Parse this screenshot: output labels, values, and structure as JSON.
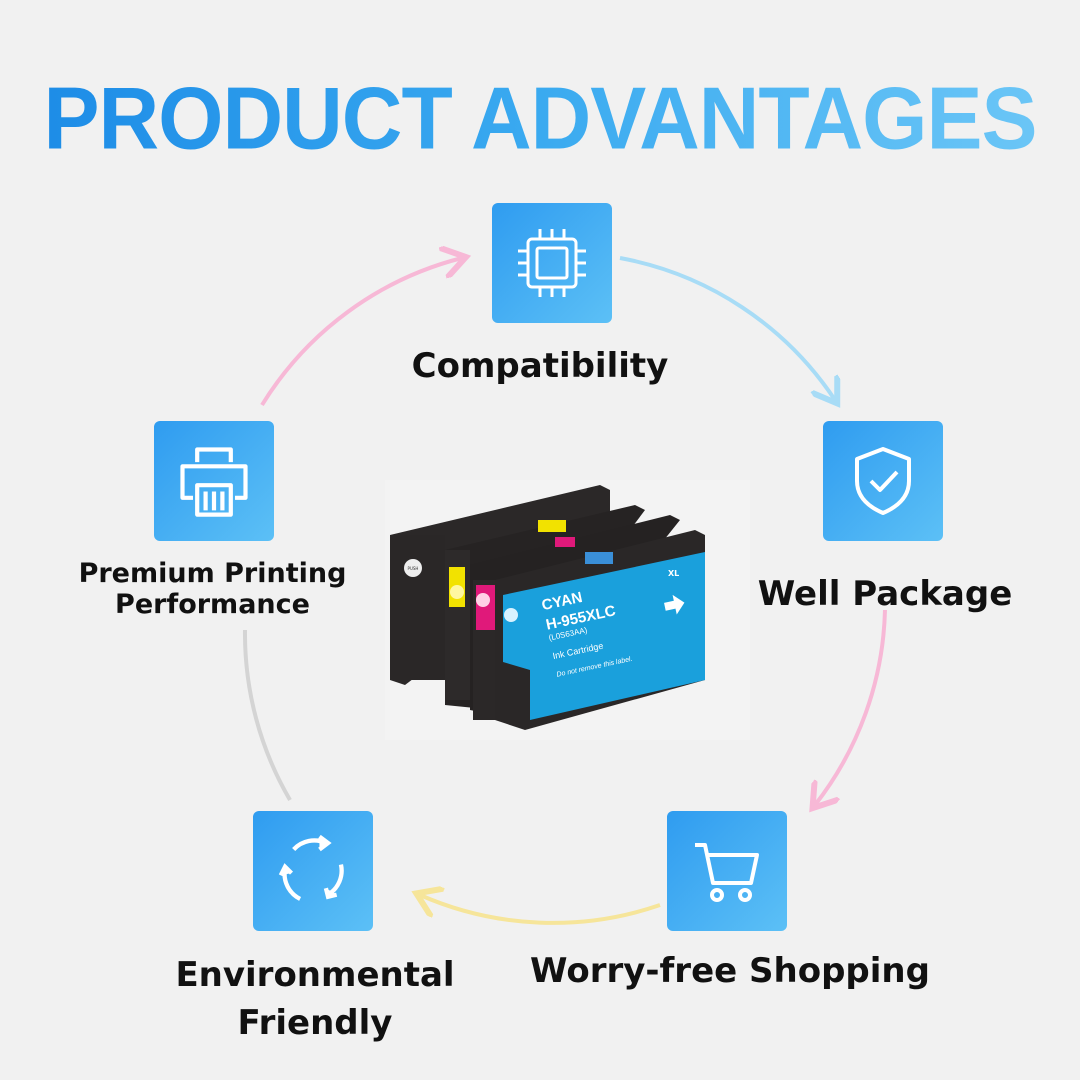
{
  "title": "PRODUCT ADVANTAGES",
  "features": [
    {
      "label": "Compatibility",
      "icon": "chip-icon"
    },
    {
      "label": "Well Package",
      "icon": "shield-check-icon"
    },
    {
      "label": "Worry-free Shopping",
      "icon": "shopping-cart-icon"
    },
    {
      "label_line1": "Environmental",
      "label_line2": "Friendly",
      "icon": "recycle-icon"
    },
    {
      "label_line1": "Premium Printing",
      "label_line2": "Performance",
      "icon": "printer-icon"
    }
  ],
  "product": {
    "color_name": "CYAN",
    "model": "H-955XLC",
    "code": "(L0S63AA)",
    "type": "Ink Cartridge",
    "warning": "Do not remove this label.",
    "badge": "XL",
    "push": "PUSH"
  },
  "colors": {
    "accent": "#2f9cf0",
    "cyan": "#1aa0dc",
    "magenta": "#e0197a",
    "yellow": "#f2e200",
    "black": "#2a2a2a"
  }
}
